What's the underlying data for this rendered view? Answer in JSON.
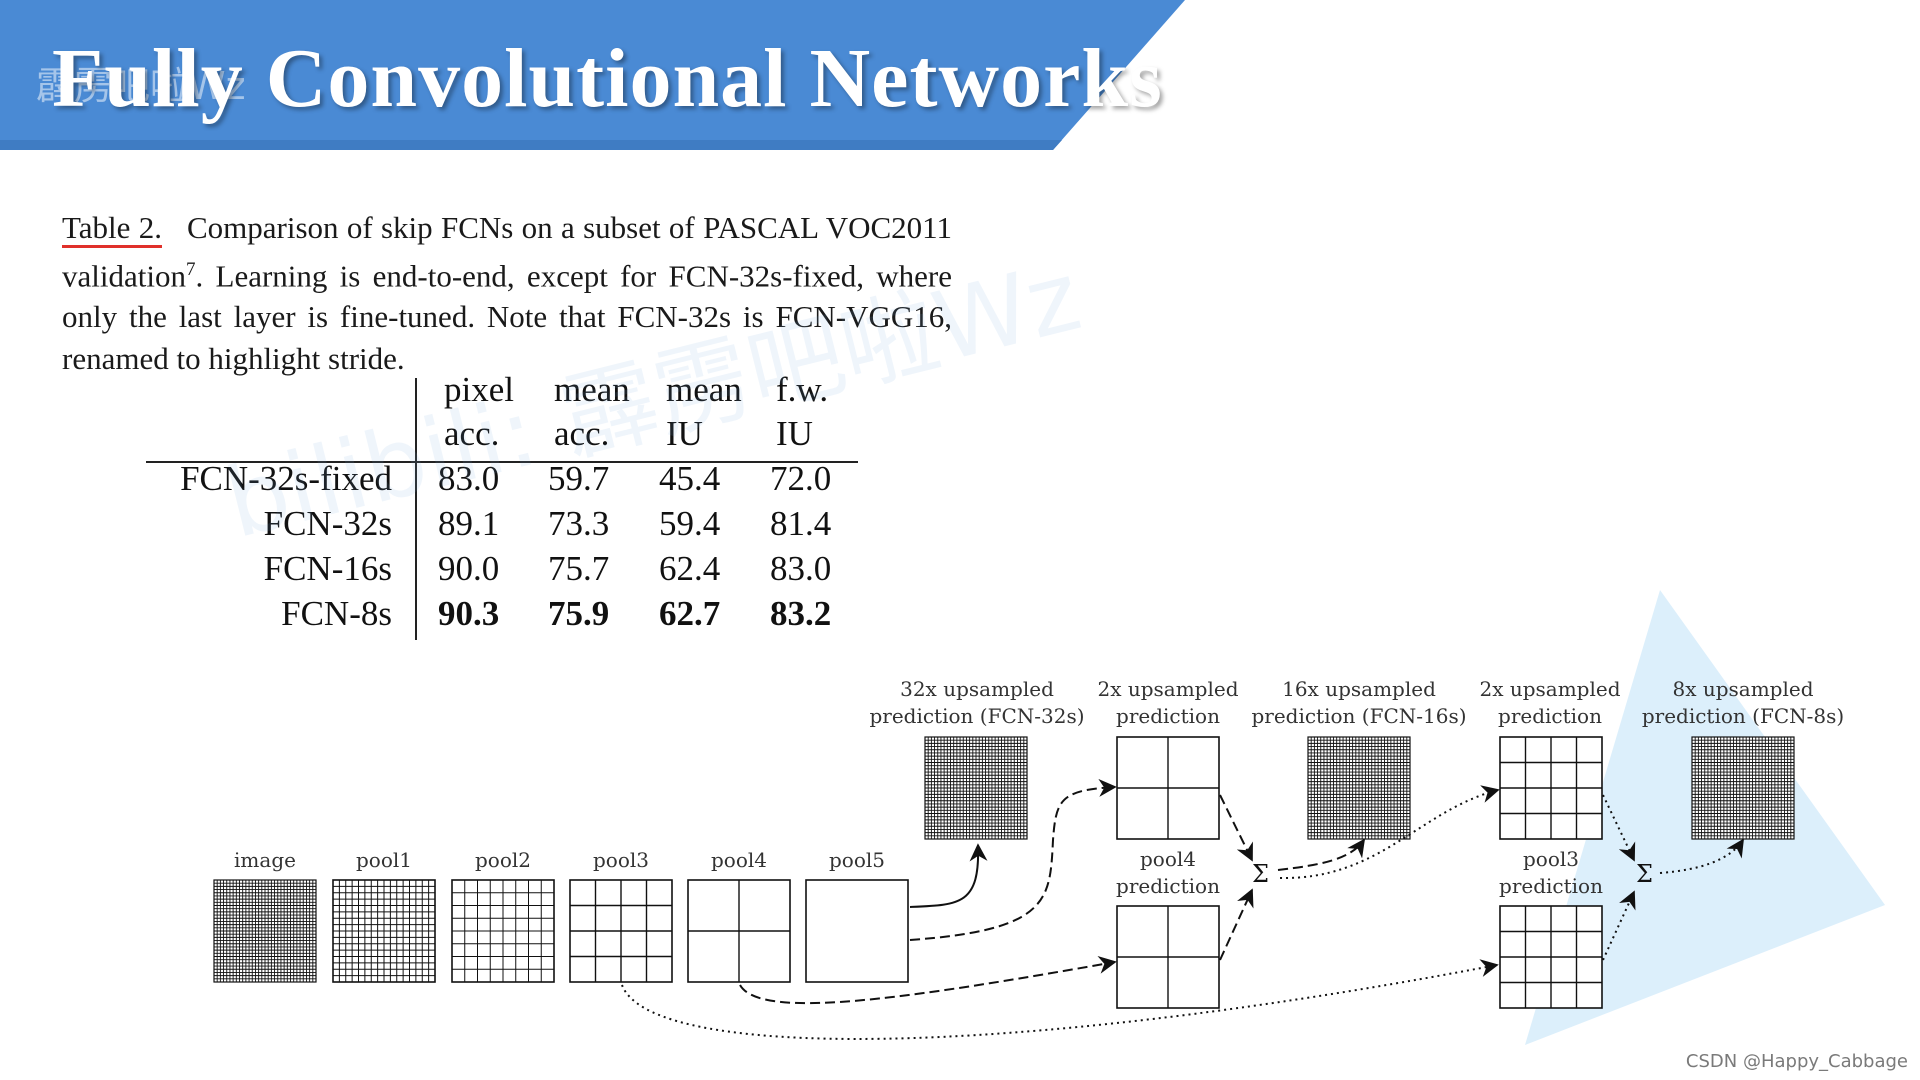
{
  "slide": {
    "title": "Fully Convolutional Networks",
    "banner_color": "#4a8ad4",
    "watermark_top": "霹雳吧啦Wz",
    "watermark_center": "bilibili: 霹雳吧啦Wz",
    "credit": "CSDN @Happy_Cabbage"
  },
  "caption": {
    "label": "Table 2.",
    "text_1": "Comparison of skip FCNs on a subset of PASCAL VOC2011 validation",
    "footnote": "7",
    "text_2": ". Learning is end-to-end, except for FCN-32s-fixed, where only the last layer is fine-tuned. Note that FCN-32s is FCN-VGG16, renamed to highlight stride."
  },
  "table": {
    "headers": [
      {
        "line1": "pixel",
        "line2": "acc."
      },
      {
        "line1": "mean",
        "line2": "acc."
      },
      {
        "line1": "mean",
        "line2": "IU"
      },
      {
        "line1": "f.w.",
        "line2": "IU"
      }
    ],
    "rows": [
      {
        "label": "FCN-32s-fixed",
        "values": [
          "83.0",
          "59.7",
          "45.4",
          "72.0"
        ],
        "bold": false
      },
      {
        "label": "FCN-32s",
        "values": [
          "89.1",
          "73.3",
          "59.4",
          "81.4"
        ],
        "bold": false
      },
      {
        "label": "FCN-16s",
        "values": [
          "90.0",
          "75.7",
          "62.4",
          "83.0"
        ],
        "bold": false
      },
      {
        "label": "FCN-8s",
        "values": [
          "90.3",
          "75.9",
          "62.7",
          "83.2"
        ],
        "bold": true
      }
    ]
  },
  "diagram": {
    "layers": [
      "image",
      "pool1",
      "pool2",
      "pool3",
      "pool4",
      "pool5"
    ],
    "up32": [
      "32x upsampled",
      "prediction (FCN-32s)"
    ],
    "up2a": [
      "2x upsampled",
      "prediction"
    ],
    "up16": [
      "16x upsampled",
      "prediction (FCN-16s)"
    ],
    "up2b": [
      "2x upsampled",
      "prediction"
    ],
    "up8": [
      "8x upsampled",
      "prediction (FCN-8s)"
    ],
    "pool4pred": [
      "pool4",
      "prediction"
    ],
    "pool3pred": [
      "pool3",
      "prediction"
    ],
    "sum_symbol": "Σ"
  }
}
